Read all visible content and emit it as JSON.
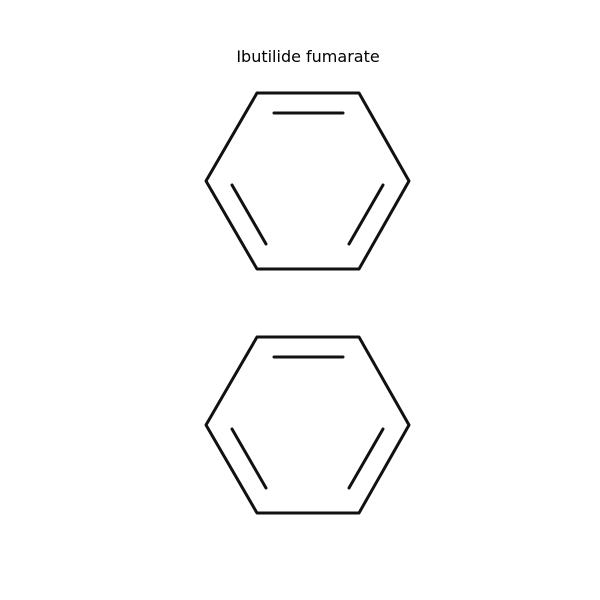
{
  "title": "Ibutilide fumarate",
  "colors": {
    "background": "#ffffff",
    "bond": "#111111",
    "text": "#000000"
  },
  "molecule": {
    "rings": [
      {
        "name": "benzene-ring-top",
        "aromatic": true
      },
      {
        "name": "benzene-ring-bottom",
        "aromatic": true
      }
    ]
  }
}
